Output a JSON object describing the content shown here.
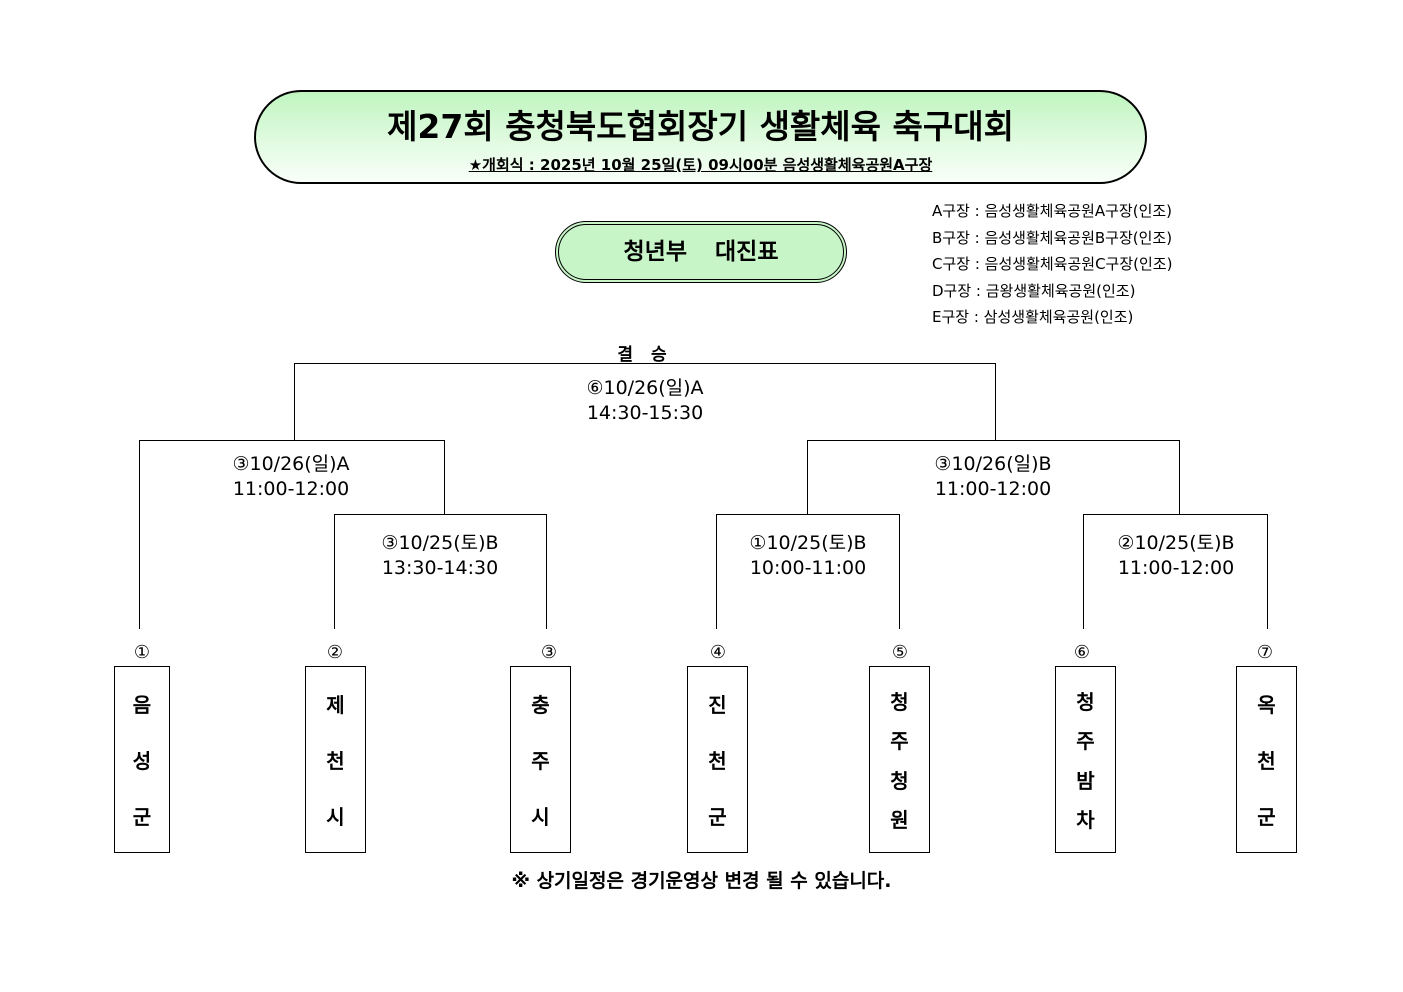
{
  "header": {
    "title": "제27회 충청북도협회장기 생활체육 축구대회",
    "opening": "★개회식 : 2025년 10월 25일(토) 09시00분 음성생활체육공원A구장"
  },
  "division": {
    "name": "청년부",
    "label": "대진표"
  },
  "venues": [
    "A구장 : 음성생활체육공원A구장(인조)",
    "B구장 : 음성생활체육공원B구장(인조)",
    "C구장 : 음성생활체육공원C구장(인조)",
    "D구장 : 금왕생활체육공원(인조)",
    "E구장 : 삼성생활체육공원(인조)"
  ],
  "bracket": {
    "final_title": "결 승",
    "final": {
      "date": "⑥10/26(일)A",
      "time": "14:30-15:30"
    },
    "semi_left": {
      "date": "③10/26(일)A",
      "time": "11:00-12:00"
    },
    "semi_right": {
      "date": "③10/26(일)B",
      "time": "11:00-12:00"
    },
    "r1_left": {
      "date": "③10/25(토)B",
      "time": "13:30-14:30"
    },
    "r1_mid": {
      "date": "①10/25(토)B",
      "time": "10:00-11:00"
    },
    "r1_right": {
      "date": "②10/25(토)B",
      "time": "11:00-12:00"
    }
  },
  "teams": [
    {
      "seed": "①",
      "name": [
        "음",
        "성",
        "군"
      ]
    },
    {
      "seed": "②",
      "name": [
        "제",
        "천",
        "시"
      ]
    },
    {
      "seed": "③",
      "name": [
        "충",
        "주",
        "시"
      ]
    },
    {
      "seed": "④",
      "name": [
        "진",
        "천",
        "군"
      ]
    },
    {
      "seed": "⑤",
      "name": [
        "청",
        "주",
        "청",
        "원"
      ]
    },
    {
      "seed": "⑥",
      "name": [
        "청",
        "주",
        "밤",
        "차"
      ]
    },
    {
      "seed": "⑦",
      "name": [
        "옥",
        "천",
        "군"
      ]
    }
  ],
  "note": "※ 상기일정은 경기운영상 변경 될 수 있습니다."
}
